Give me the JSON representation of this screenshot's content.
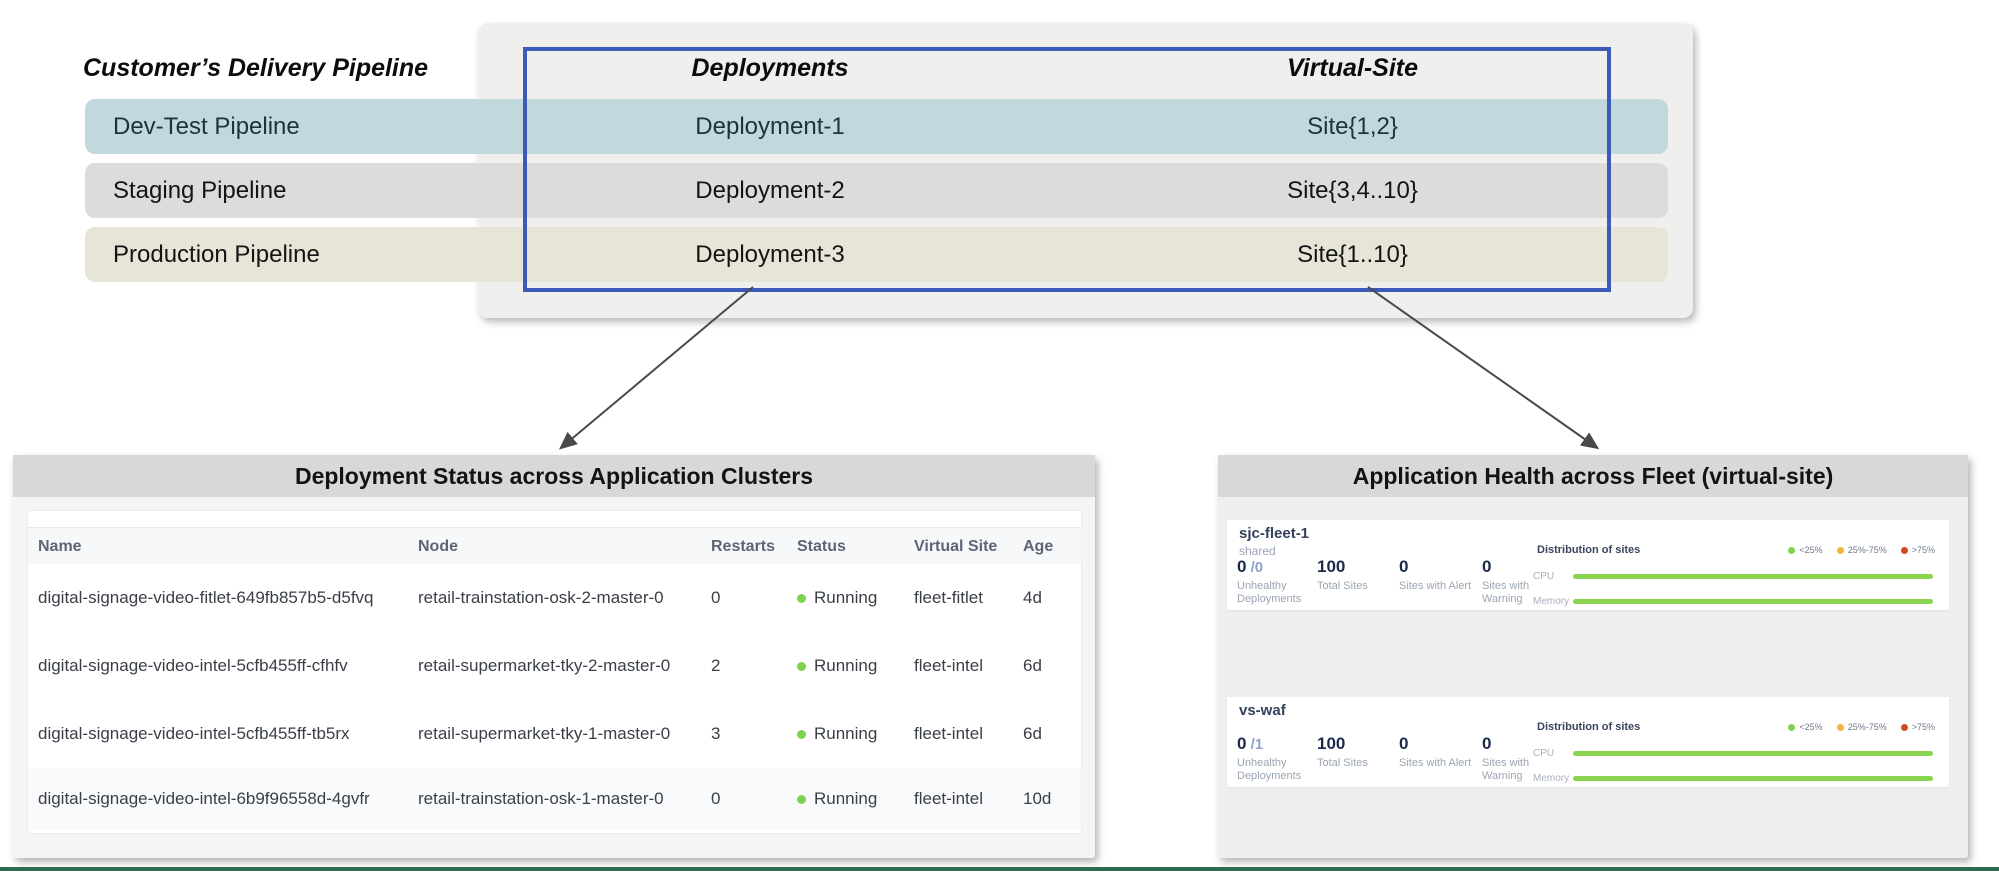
{
  "pipeline_table": {
    "title": "Customer’s Delivery Pipeline",
    "col_deployments": "Deployments",
    "col_virtual_site": "Virtual-Site",
    "rows": [
      {
        "pipeline": "Dev-Test Pipeline",
        "deployment": "Deployment-1",
        "site": "Site{1,2}"
      },
      {
        "pipeline": "Staging Pipeline",
        "deployment": "Deployment-2",
        "site": "Site{3,4..10}"
      },
      {
        "pipeline": "Production Pipeline",
        "deployment": "Deployment-3",
        "site": "Site{1..10}"
      }
    ]
  },
  "deployment_status": {
    "title": "Deployment Status across Application Clusters",
    "headers": {
      "name": "Name",
      "node": "Node",
      "restarts": "Restarts",
      "status": "Status",
      "virtual_site": "Virtual Site",
      "age": "Age"
    },
    "rows": [
      {
        "name": "digital-signage-video-fitlet-649fb857b5-d5fvq",
        "node": "retail-trainstation-osk-2-master-0",
        "restarts": "0",
        "status": "Running",
        "virtual_site": "fleet-fitlet",
        "age": "4d"
      },
      {
        "name": "digital-signage-video-intel-5cfb455ff-cfhfv",
        "node": "retail-supermarket-tky-2-master-0",
        "restarts": "2",
        "status": "Running",
        "virtual_site": "fleet-intel",
        "age": "6d"
      },
      {
        "name": "digital-signage-video-intel-5cfb455ff-tb5rx",
        "node": "retail-supermarket-tky-1-master-0",
        "restarts": "3",
        "status": "Running",
        "virtual_site": "fleet-intel",
        "age": "6d"
      },
      {
        "name": "digital-signage-video-intel-6b9f96558d-4gvfr",
        "node": "retail-trainstation-osk-1-master-0",
        "restarts": "0",
        "status": "Running",
        "virtual_site": "fleet-intel",
        "age": "10d"
      }
    ]
  },
  "app_health": {
    "title": "Application Health across Fleet (virtual-site)",
    "cards": [
      {
        "name": "sjc-fleet-1",
        "subtitle": "shared",
        "unhealthy_value": "0",
        "unhealthy_suffix": " /0",
        "unhealthy_label": "Unhealthy Deployments",
        "total_sites_value": "100",
        "total_sites_label": "Total Sites",
        "alert_value": "0",
        "alert_label": "Sites with Alert",
        "warning_value": "0",
        "warning_label": "Sites with Warning",
        "distribution_label": "Distribution of sites",
        "cpu_label": "CPU",
        "memory_label": "Memory",
        "cpu_width": "100%",
        "memory_width": "100%"
      },
      {
        "name": "vs-waf",
        "subtitle": "",
        "unhealthy_value": "0",
        "unhealthy_suffix": " /1",
        "unhealthy_label": "Unhealthy Deployments",
        "total_sites_value": "100",
        "total_sites_label": "Total Sites",
        "alert_value": "0",
        "alert_label": "Sites with Alert",
        "warning_value": "0",
        "warning_label": "Sites with Warning",
        "distribution_label": "Distribution of sites",
        "cpu_label": "CPU",
        "memory_label": "Memory",
        "cpu_width": "100%",
        "memory_width": "100%"
      }
    ],
    "legend": [
      {
        "label": "<25%",
        "color": "#7ed24e"
      },
      {
        "label": "25%-75%",
        "color": "#f2b63c"
      },
      {
        "label": ">75%",
        "color": "#d4491f"
      }
    ]
  },
  "colors": {
    "accent_blue": "#3c5bb9",
    "row_devtest": "#c1d9dd",
    "row_staging": "#dcdcdc",
    "row_production": "#e7e4d8",
    "status_green": "#7fd24f",
    "bar_green": "#8bd450",
    "footer_green": "#2f6b50"
  }
}
